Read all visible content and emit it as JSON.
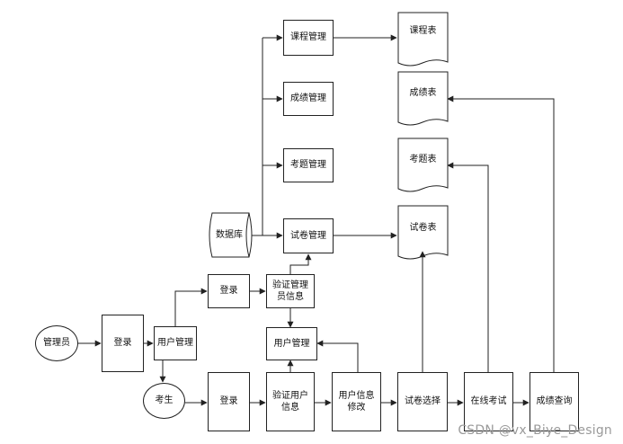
{
  "nodes": {
    "admin": "管理员",
    "admin_login": "登录",
    "user_mgmt_left": "用户管理",
    "admin_login2": "登录",
    "verify_admin": "验证管理员信息",
    "user_mgmt_center": "用户管理",
    "student": "考生",
    "student_login": "登录",
    "verify_user": "验证用户信息",
    "user_info_edit": "用户信息修改",
    "paper_select": "试卷选择",
    "online_exam": "在线考试",
    "score_query": "成绩查询",
    "database": "数据库",
    "course_mgmt": "课程管理",
    "score_mgmt": "成绩管理",
    "question_mgmt": "考题管理",
    "paper_mgmt": "试卷管理",
    "course_table": "课程表",
    "score_table": "成绩表",
    "question_table": "考题表",
    "paper_table": "试卷表"
  },
  "watermark": "CSDN @vx_Biye_Design",
  "colors": {
    "line": "#222222",
    "watermark": "#9a9a9a"
  }
}
